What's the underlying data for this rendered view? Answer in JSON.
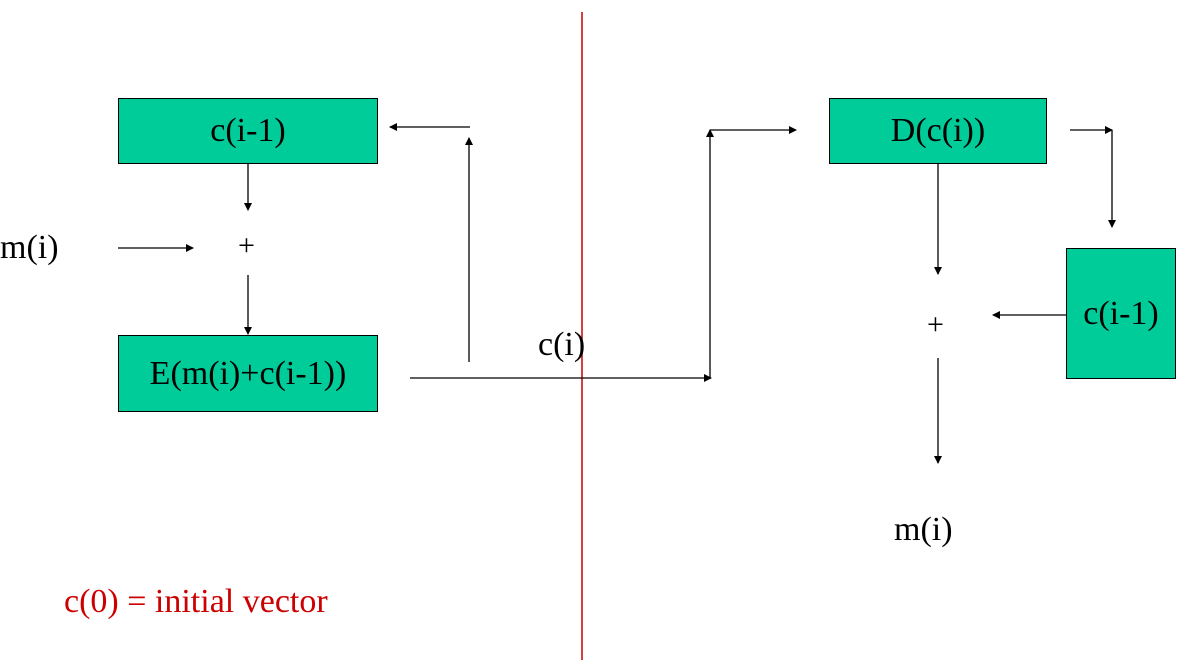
{
  "colors": {
    "box_fill": "#00cc99",
    "divider": "#cc0000",
    "note_text": "#cc0000",
    "arrows": "#000000"
  },
  "encrypt_side": {
    "prev_cipher_box": "c(i-1)",
    "input_label": "m(i)",
    "xor_symbol": "+",
    "encrypt_box": "E(m(i)+c(i-1))"
  },
  "channel": {
    "cipher_label": "c(i)"
  },
  "decrypt_side": {
    "decrypt_box": "D(c(i))",
    "xor_symbol": "+",
    "prev_cipher_box": "c(i-1)",
    "output_label": "m(i)"
  },
  "note": {
    "text": "c(0) = initial vector"
  }
}
